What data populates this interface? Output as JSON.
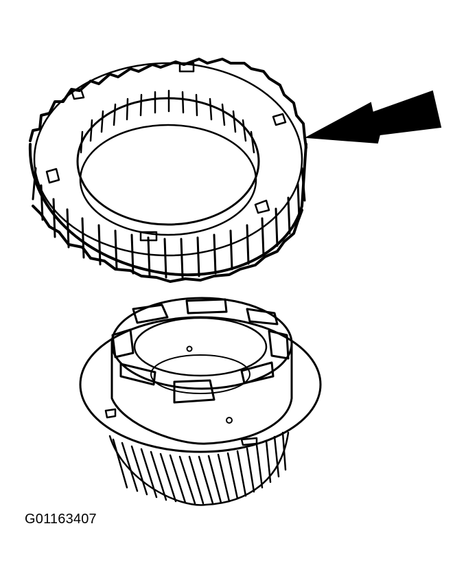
{
  "figure": {
    "caption": "G01163407",
    "description": "Exploded technical line drawing of a transmission clutch hub ring (top) above a helical gear carrier with lugs (bottom); a black arrow points to the outer toothed ring.",
    "components": [
      {
        "name": "toothed-clutch-ring",
        "position": "top"
      },
      {
        "name": "helical-gear-carrier",
        "position": "bottom"
      }
    ],
    "arrow": {
      "target": "toothed-clutch-ring",
      "direction": "left",
      "color": "#000000"
    },
    "colors": {
      "line": "#000000",
      "background": "#ffffff"
    }
  }
}
